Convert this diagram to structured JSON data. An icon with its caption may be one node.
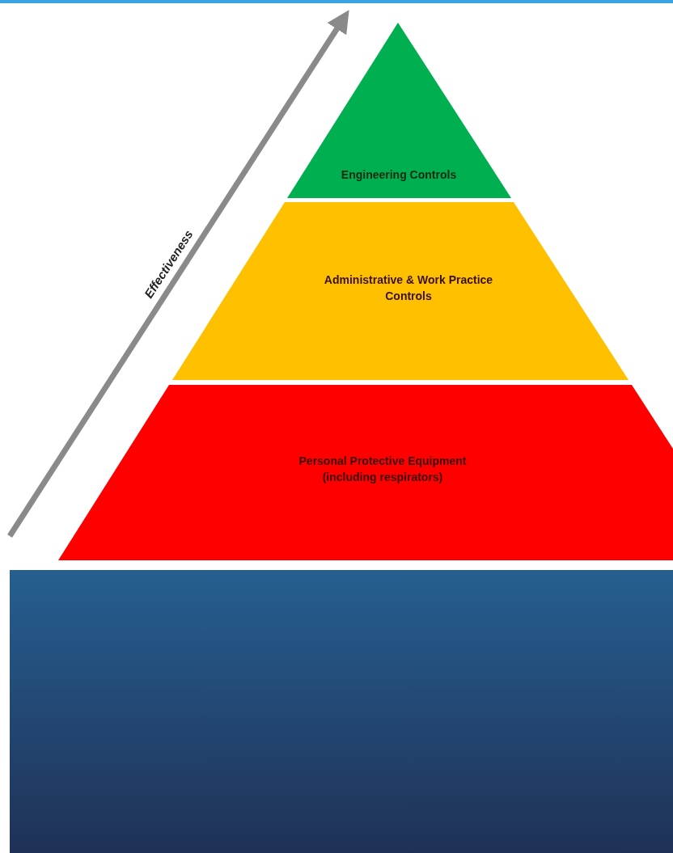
{
  "diagram": {
    "nodes": [
      {
        "text": [
          "Engineering Controls"
        ]
      },
      {
        "text": [
          "Administrative & Work Practice Controls"
        ]
      },
      {
        "text": [
          "Personal Protective Equipment (including respirators)"
        ]
      }
    ],
    "labels": [
      "Effectiveness"
    ]
  }
}
